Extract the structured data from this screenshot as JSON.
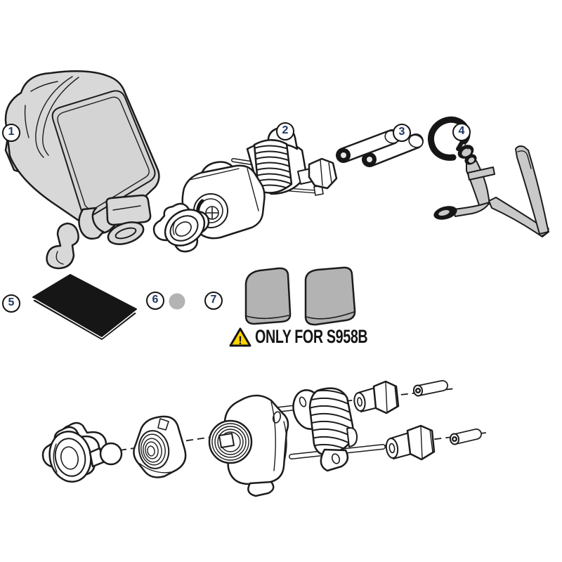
{
  "diagram": {
    "kind": "exploded-parts-diagram",
    "parts": [
      {
        "label": "1"
      },
      {
        "label": "2"
      },
      {
        "label": "3"
      },
      {
        "label": "4"
      },
      {
        "label": "5"
      },
      {
        "label": "6"
      },
      {
        "label": "7"
      }
    ],
    "warning": {
      "symbol": "!",
      "text": "ONLY FOR S958B"
    },
    "colors": {
      "outline": "#1c1c1c",
      "pouch_gray": "#d8d8d8",
      "pad_gray": "#b3b3b3",
      "strap_gray": "#c9c9c9",
      "black_part": "#161616",
      "badge_number_blue": "#1e3560",
      "warning_yellow": "#ffd400",
      "background": "#ffffff"
    }
  }
}
